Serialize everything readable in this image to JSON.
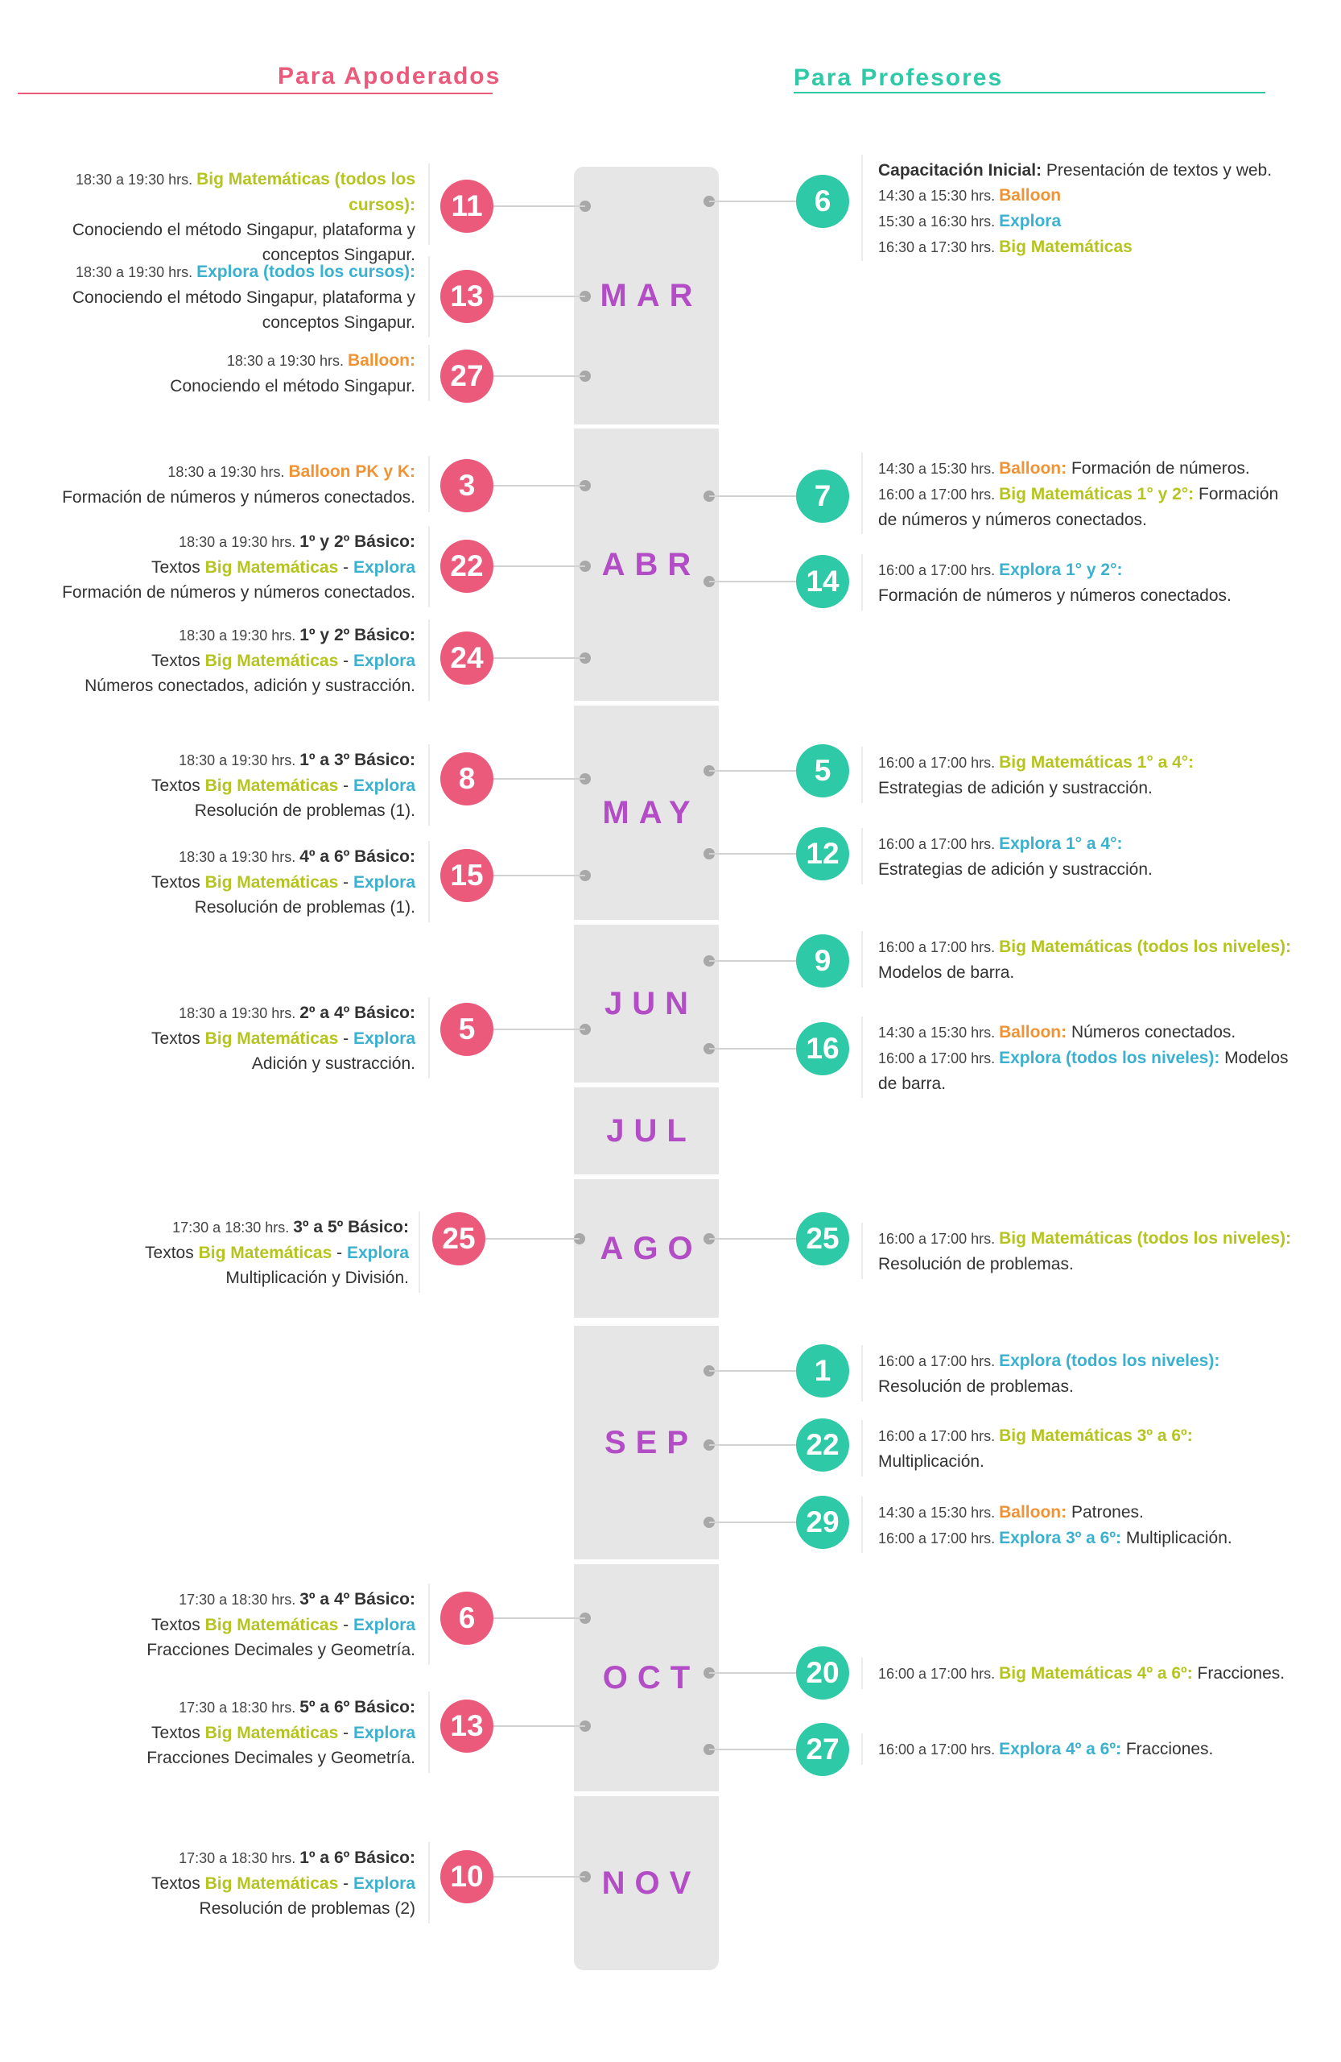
{
  "headers": {
    "parents": "Para Apoderados",
    "teachers": "Para Profesores"
  },
  "colors": {
    "parents": "#eb5a7a",
    "teachers": "#2ec9a6",
    "month": "#b34dc6",
    "big_matematicas": "#b5c41e",
    "explora": "#3ab1cf",
    "balloon": "#f19332"
  },
  "months": [
    "MAR",
    "ABR",
    "MAY",
    "JUN",
    "JUL",
    "AGO",
    "SEP",
    "OCT",
    "NOV"
  ],
  "parents": [
    {
      "day": "11",
      "lines": [
        [
          {
            "t": "18:30 a 19:30 hrs. ",
            "c": "tm"
          },
          {
            "t": "Big Matemáticas (todos los cursos):",
            "c": "green"
          }
        ],
        [
          {
            "t": "Conociendo el método Singapur, plataforma y"
          }
        ],
        [
          {
            "t": "conceptos Singapur."
          }
        ]
      ]
    },
    {
      "day": "13",
      "lines": [
        [
          {
            "t": "18:30 a 19:30 hrs. ",
            "c": "tm"
          },
          {
            "t": "Explora (todos los cursos):",
            "c": "blue"
          }
        ],
        [
          {
            "t": "Conociendo el método Singapur, plataforma y"
          }
        ],
        [
          {
            "t": "conceptos Singapur."
          }
        ]
      ]
    },
    {
      "day": "27",
      "lines": [
        [
          {
            "t": "18:30 a 19:30 hrs. ",
            "c": "tm"
          },
          {
            "t": "Balloon:",
            "c": "orange"
          }
        ],
        [
          {
            "t": "Conociendo el método Singapur."
          }
        ]
      ]
    },
    {
      "day": "3",
      "lines": [
        [
          {
            "t": "18:30 a 19:30 hrs. ",
            "c": "tm"
          },
          {
            "t": "Balloon PK y K:",
            "c": "orange"
          }
        ],
        [
          {
            "t": "Formación de números y números conectados."
          }
        ]
      ]
    },
    {
      "day": "22",
      "lines": [
        [
          {
            "t": "18:30 a 19:30 hrs. ",
            "c": "tm"
          },
          {
            "t": "1º y 2º Básico:",
            "c": "b"
          }
        ],
        [
          {
            "t": "Textos "
          },
          {
            "t": "Big Matemáticas",
            "c": "green"
          },
          {
            "t": " - "
          },
          {
            "t": "Explora",
            "c": "blue"
          }
        ],
        [
          {
            "t": "Formación de números y números conectados."
          }
        ]
      ]
    },
    {
      "day": "24",
      "lines": [
        [
          {
            "t": "18:30 a 19:30 hrs. ",
            "c": "tm"
          },
          {
            "t": "1º y 2º Básico:",
            "c": "b"
          }
        ],
        [
          {
            "t": "Textos "
          },
          {
            "t": "Big Matemáticas",
            "c": "green"
          },
          {
            "t": " - "
          },
          {
            "t": "Explora",
            "c": "blue"
          }
        ],
        [
          {
            "t": "Números conectados, adición y sustracción."
          }
        ]
      ]
    },
    {
      "day": "8",
      "lines": [
        [
          {
            "t": "18:30 a 19:30 hrs.  ",
            "c": "tm"
          },
          {
            "t": "1º a 3º Básico:",
            "c": "b"
          }
        ],
        [
          {
            "t": "Textos "
          },
          {
            "t": "Big Matemáticas",
            "c": "green"
          },
          {
            "t": " - "
          },
          {
            "t": "Explora",
            "c": "blue"
          }
        ],
        [
          {
            "t": "Resolución de problemas (1)."
          }
        ]
      ]
    },
    {
      "day": "15",
      "lines": [
        [
          {
            "t": "18:30 a 19:30 hrs.  ",
            "c": "tm"
          },
          {
            "t": "4º a 6º Básico:",
            "c": "b"
          }
        ],
        [
          {
            "t": "Textos "
          },
          {
            "t": "Big Matemáticas",
            "c": "green"
          },
          {
            "t": " - "
          },
          {
            "t": "Explora",
            "c": "blue"
          }
        ],
        [
          {
            "t": "Resolución de problemas (1)."
          }
        ]
      ]
    },
    {
      "day": "5",
      "lines": [
        [
          {
            "t": "18:30 a 19:30 hrs. ",
            "c": "tm"
          },
          {
            "t": "2º a 4º Básico:",
            "c": "b"
          }
        ],
        [
          {
            "t": "Textos "
          },
          {
            "t": "Big Matemáticas",
            "c": "green"
          },
          {
            "t": " - "
          },
          {
            "t": "Explora",
            "c": "blue"
          }
        ],
        [
          {
            "t": "Adición y sustracción."
          }
        ]
      ]
    },
    {
      "day": "25",
      "lines": [
        [
          {
            "t": "17:30 a 18:30 hrs. ",
            "c": "tm"
          },
          {
            "t": "3º a 5º Básico:",
            "c": "b"
          }
        ],
        [
          {
            "t": "Textos "
          },
          {
            "t": "Big Matemáticas",
            "c": "green"
          },
          {
            "t": " - "
          },
          {
            "t": "Explora",
            "c": "blue"
          }
        ],
        [
          {
            "t": "Multiplicación y División."
          }
        ]
      ]
    },
    {
      "day": "6",
      "lines": [
        [
          {
            "t": "17:30 a 18:30 hrs. ",
            "c": "tm"
          },
          {
            "t": "3º a 4º Básico:",
            "c": "b"
          }
        ],
        [
          {
            "t": "Textos "
          },
          {
            "t": "Big Matemáticas",
            "c": "green"
          },
          {
            "t": " - "
          },
          {
            "t": "Explora",
            "c": "blue"
          }
        ],
        [
          {
            "t": "Fracciones Decimales y Geometría."
          }
        ]
      ]
    },
    {
      "day": "13",
      "lines": [
        [
          {
            "t": "17:30 a 18:30 hrs. ",
            "c": "tm"
          },
          {
            "t": "5º a 6º Básico:",
            "c": "b"
          }
        ],
        [
          {
            "t": "Textos "
          },
          {
            "t": "Big Matemáticas",
            "c": "green"
          },
          {
            "t": " - "
          },
          {
            "t": "Explora",
            "c": "blue"
          }
        ],
        [
          {
            "t": "Fracciones Decimales y Geometría."
          }
        ]
      ]
    },
    {
      "day": "10",
      "lines": [
        [
          {
            "t": "17:30 a 18:30 hrs. ",
            "c": "tm"
          },
          {
            "t": "1º a 6º Básico:",
            "c": "b"
          }
        ],
        [
          {
            "t": "Textos "
          },
          {
            "t": "Big Matemáticas",
            "c": "green"
          },
          {
            "t": " - "
          },
          {
            "t": "Explora",
            "c": "blue"
          }
        ],
        [
          {
            "t": "Resolución de problemas (2)"
          }
        ]
      ]
    }
  ],
  "teachers": [
    {
      "day": "6",
      "lines": [
        [
          {
            "t": "Capacitación Inicial: ",
            "c": "b"
          },
          {
            "t": "Presentación de textos y web."
          }
        ],
        [
          {
            "t": "14:30 a 15:30 hrs. ",
            "c": "tm"
          },
          {
            "t": "Balloon",
            "c": "orange"
          }
        ],
        [
          {
            "t": "15:30 a 16:30 hrs. ",
            "c": "tm"
          },
          {
            "t": "Explora",
            "c": "blue"
          }
        ],
        [
          {
            "t": "16:30 a 17:30 hrs. ",
            "c": "tm"
          },
          {
            "t": "Big Matemáticas",
            "c": "green"
          }
        ]
      ]
    },
    {
      "day": "7",
      "lines": [
        [
          {
            "t": "14:30 a 15:30 hrs.  ",
            "c": "tm"
          },
          {
            "t": "Balloon:",
            "c": "orange"
          },
          {
            "t": " Formación de números."
          }
        ],
        [
          {
            "t": "16:00 a 17:00 hrs. ",
            "c": "tm"
          },
          {
            "t": "Big Matemáticas 1° y 2°:",
            "c": "green"
          },
          {
            "t": " Formación"
          }
        ],
        [
          {
            "t": "de números y números conectados."
          }
        ]
      ]
    },
    {
      "day": "14",
      "lines": [
        [
          {
            "t": "16:00 a 17:00 hrs.  ",
            "c": "tm"
          },
          {
            "t": "Explora 1° y 2°:",
            "c": "blue"
          }
        ],
        [
          {
            "t": "Formación de números y números conectados."
          }
        ]
      ]
    },
    {
      "day": "5",
      "lines": [
        [
          {
            "t": "16:00 a 17:00 hrs. ",
            "c": "tm"
          },
          {
            "t": "Big Matemáticas 1° a 4°:",
            "c": "green"
          }
        ],
        [
          {
            "t": "Estrategias de adición y sustracción."
          }
        ]
      ]
    },
    {
      "day": "12",
      "lines": [
        [
          {
            "t": "16:00 a 17:00 hrs.  ",
            "c": "tm"
          },
          {
            "t": "Explora 1° a 4°:",
            "c": "blue"
          }
        ],
        [
          {
            "t": "Estrategias de adición y sustracción."
          }
        ]
      ]
    },
    {
      "day": "9",
      "lines": [
        [
          {
            "t": "16:00 a 17:00 hrs. ",
            "c": "tm"
          },
          {
            "t": "Big Matemáticas (todos los niveles):",
            "c": "green"
          }
        ],
        [
          {
            "t": "Modelos de barra."
          }
        ]
      ]
    },
    {
      "day": "16",
      "lines": [
        [
          {
            "t": "14:30 a 15:30 hrs. ",
            "c": "tm"
          },
          {
            "t": "Balloon:",
            "c": "orange"
          },
          {
            "t": " Números conectados."
          }
        ],
        [
          {
            "t": "16:00 a 17:00 hrs. ",
            "c": "tm"
          },
          {
            "t": "Explora (todos los niveles):",
            "c": "blue"
          },
          {
            "t": " Modelos"
          }
        ],
        [
          {
            "t": "de barra."
          }
        ]
      ]
    },
    {
      "day": "25",
      "lines": [
        [
          {
            "t": "16:00 a 17:00 hrs. ",
            "c": "tm"
          },
          {
            "t": "Big Matemáticas (todos los niveles):",
            "c": "green"
          }
        ],
        [
          {
            "t": "Resolución de problemas."
          }
        ]
      ]
    },
    {
      "day": "1",
      "lines": [
        [
          {
            "t": "16:00 a 17:00 hrs. ",
            "c": "tm"
          },
          {
            "t": "Explora (todos los niveles):",
            "c": "blue"
          }
        ],
        [
          {
            "t": "Resolución de problemas."
          }
        ]
      ]
    },
    {
      "day": "22",
      "lines": [
        [
          {
            "t": "16:00 a 17:00 hrs. ",
            "c": "tm"
          },
          {
            "t": "Big Matemáticas 3º a 6º:",
            "c": "green"
          }
        ],
        [
          {
            "t": "Multiplicación."
          }
        ]
      ]
    },
    {
      "day": "29",
      "lines": [
        [
          {
            "t": "14:30 a 15:30 hrs. ",
            "c": "tm"
          },
          {
            "t": "Balloon:",
            "c": "orange"
          },
          {
            "t": " Patrones."
          }
        ],
        [
          {
            "t": "16:00 a 17:00 hrs. ",
            "c": "tm"
          },
          {
            "t": "Explora 3º a 6º:",
            "c": "blue"
          },
          {
            "t": " Multiplicación."
          }
        ]
      ]
    },
    {
      "day": "20",
      "lines": [
        [
          {
            "t": "16:00 a 17:00 hrs. ",
            "c": "tm"
          },
          {
            "t": "Big Matemáticas 4º a 6º:",
            "c": "green"
          },
          {
            "t": " Fracciones."
          }
        ]
      ]
    },
    {
      "day": "27",
      "lines": [
        [
          {
            "t": "16:00 a 17:00 hrs. ",
            "c": "tm"
          },
          {
            "t": "Explora 4º a 6º:",
            "c": "blue"
          },
          {
            "t": " Fracciones."
          }
        ]
      ]
    }
  ]
}
